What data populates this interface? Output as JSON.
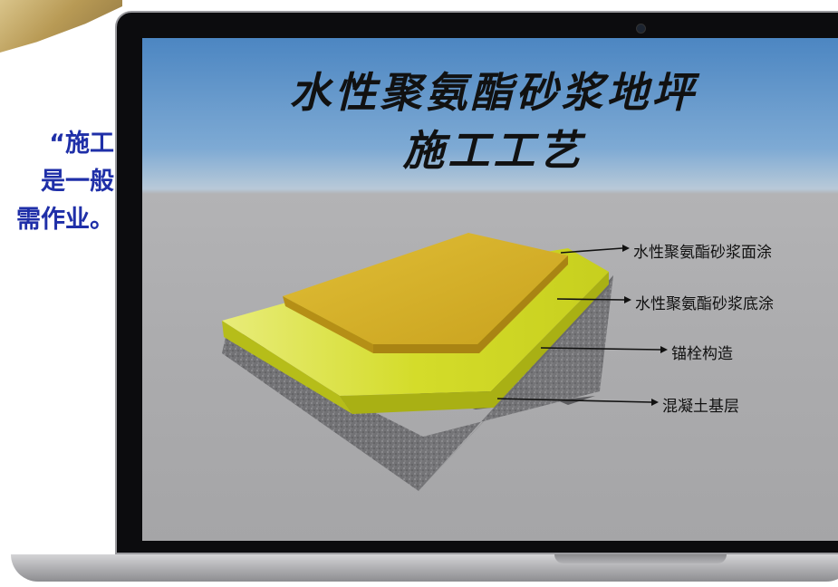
{
  "side_text": [
    "“施工",
    "是一般",
    "需作业。"
  ],
  "title": {
    "line1": "水性聚氨酯砂浆地坪",
    "line2": "施工工艺"
  },
  "layers": [
    {
      "label": "水性聚氨酯砂浆面涂"
    },
    {
      "label": "水性聚氨酯砂浆底涂"
    },
    {
      "label": "锚栓构造"
    },
    {
      "label": "混凝土基层"
    }
  ],
  "colors": {
    "side_text": "#1f2fa8",
    "top_coat": "#d6b52a",
    "base_coat": "#d4dc2a",
    "concrete": "#6f6f72"
  }
}
